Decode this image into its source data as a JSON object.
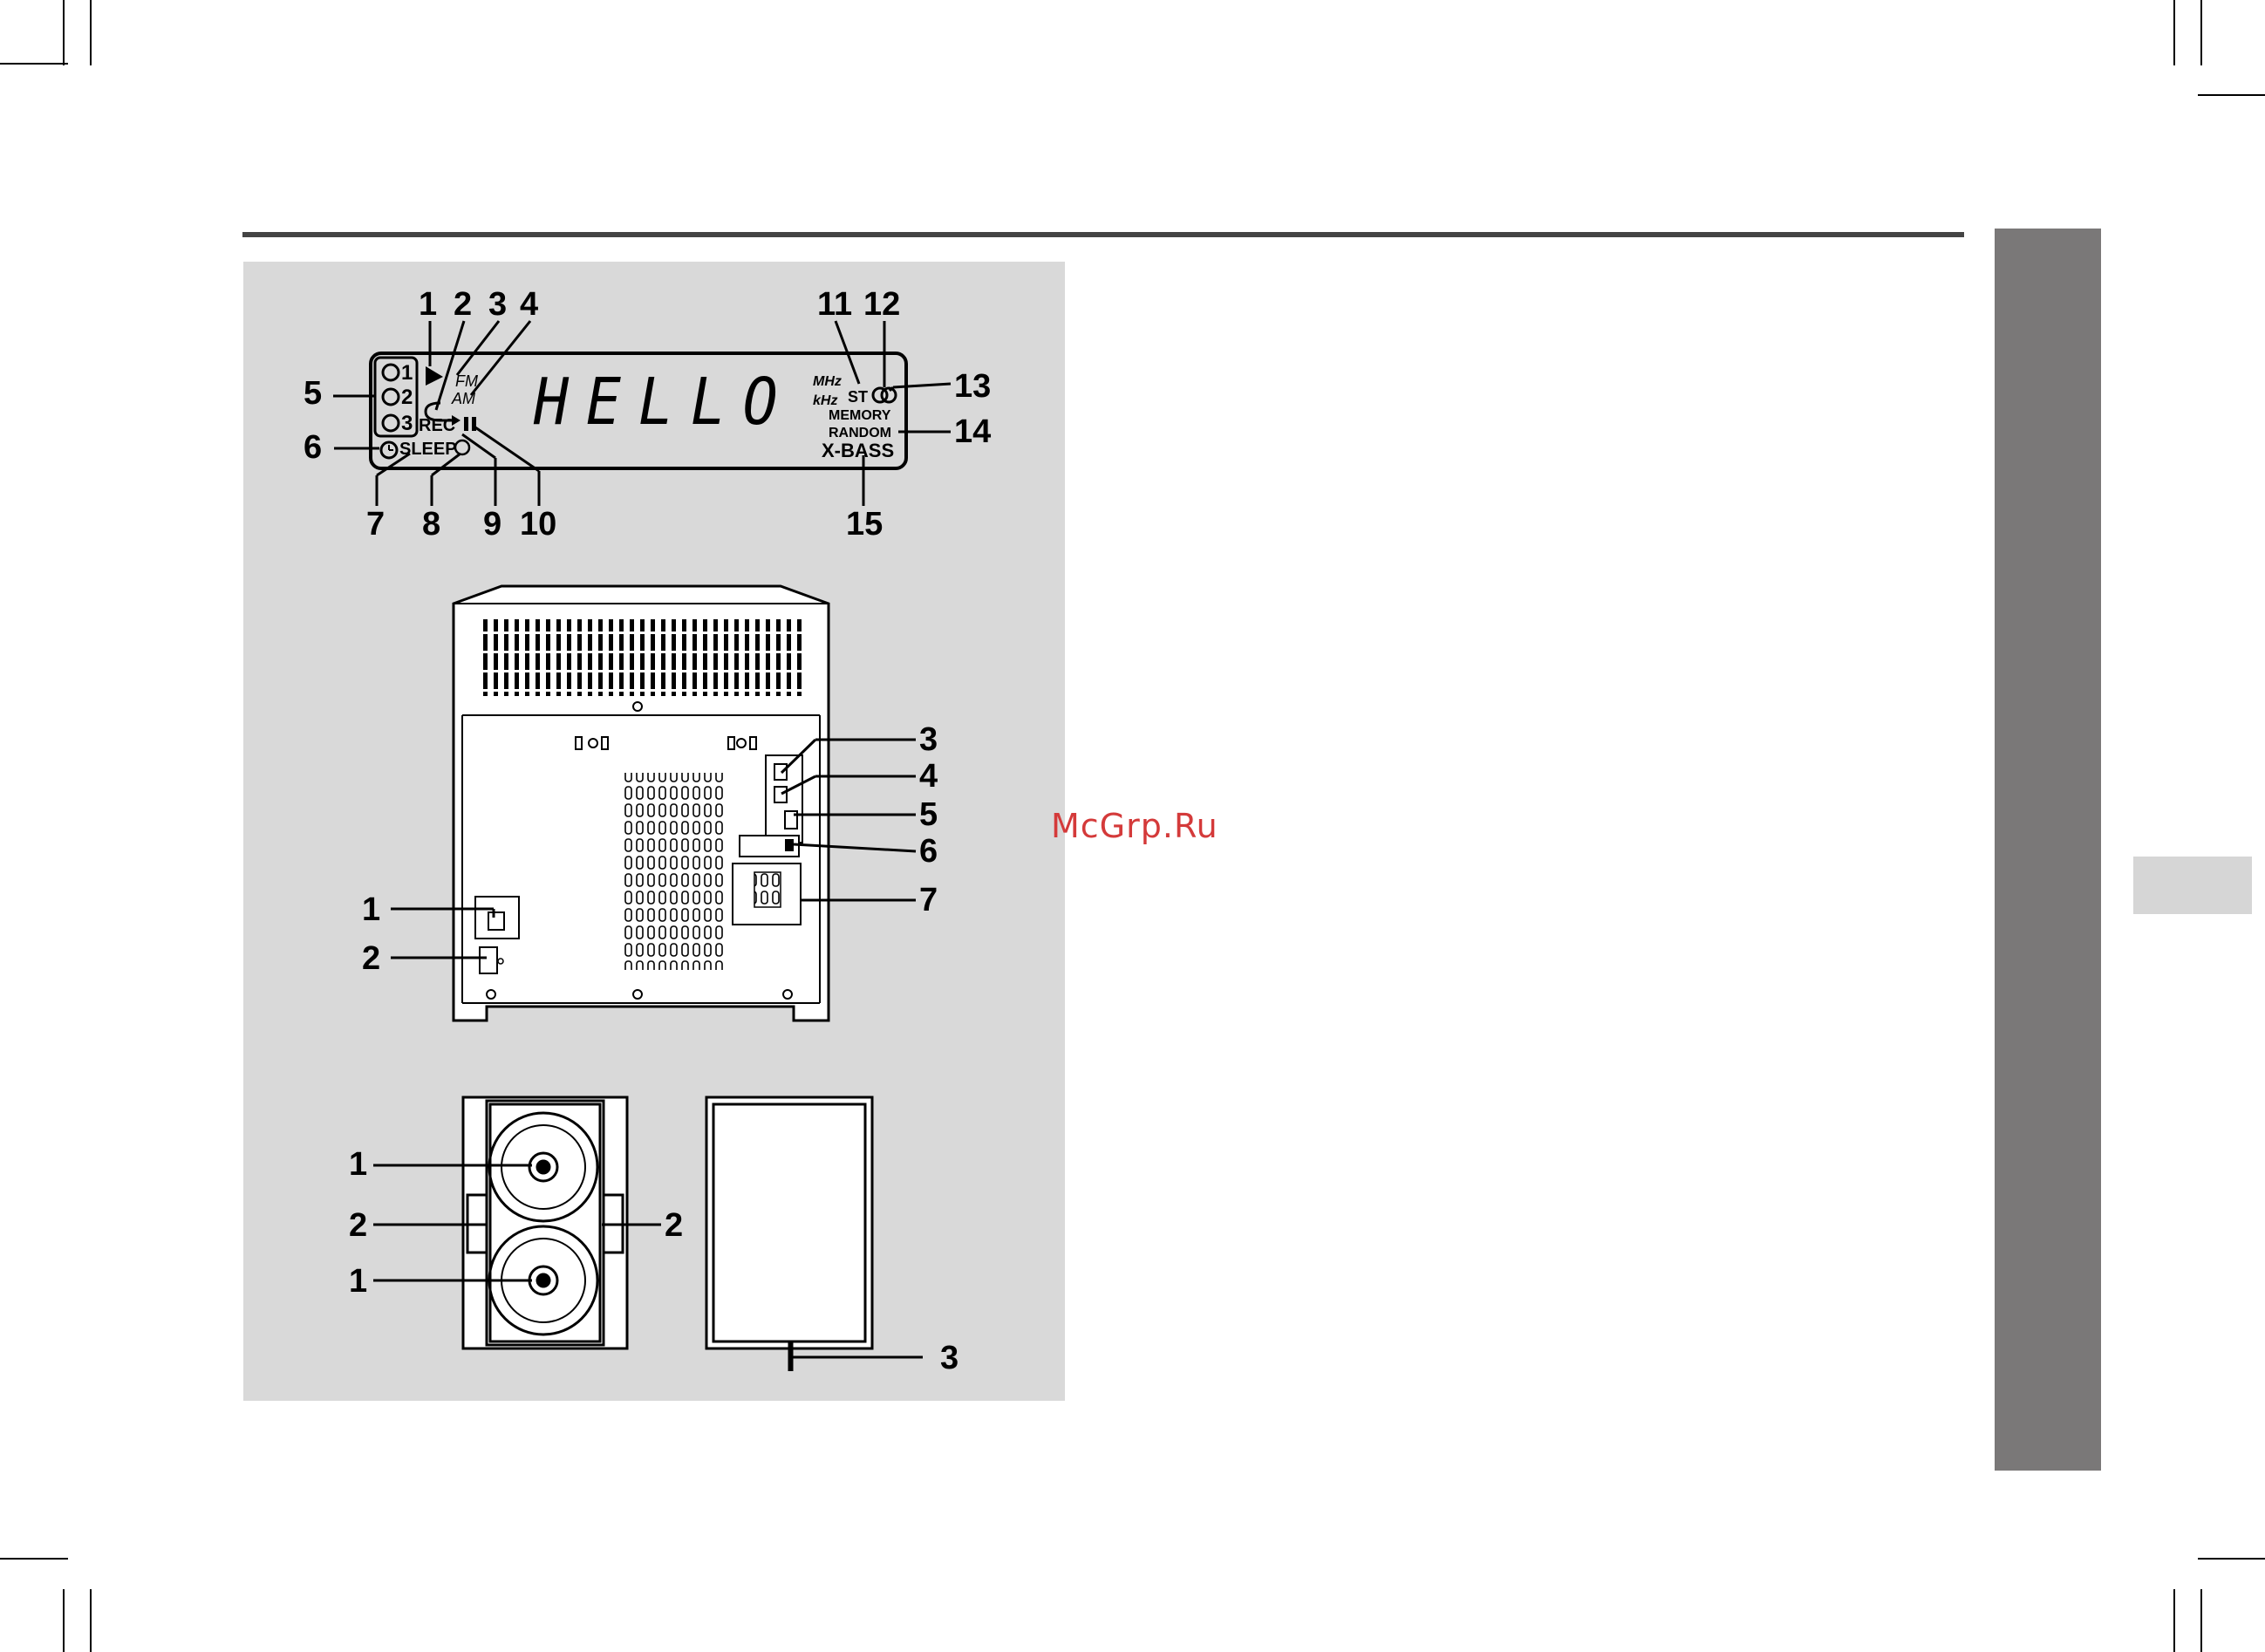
{
  "display": {
    "text": "HELLO",
    "indicators": {
      "fm": "FM",
      "am": "AM",
      "rec": "REC",
      "sleep": "SLEEP",
      "mhz": "MHz",
      "khz": "kHz",
      "st": "ST",
      "memory": "MEMORY",
      "random": "RANDOM",
      "xbass": "X-BASS",
      "timer1": "1",
      "timer2": "2",
      "timer3": "3"
    },
    "callouts": [
      "1",
      "2",
      "3",
      "4",
      "5",
      "6",
      "7",
      "8",
      "9",
      "10",
      "11",
      "12",
      "13",
      "14",
      "15"
    ]
  },
  "rear": {
    "callouts_left": [
      "1",
      "2"
    ],
    "callouts_right": [
      "3",
      "4",
      "5",
      "6",
      "7"
    ]
  },
  "speaker": {
    "callouts": [
      "1",
      "2",
      "2",
      "1",
      "3"
    ]
  },
  "watermark": "McGrp.Ru"
}
